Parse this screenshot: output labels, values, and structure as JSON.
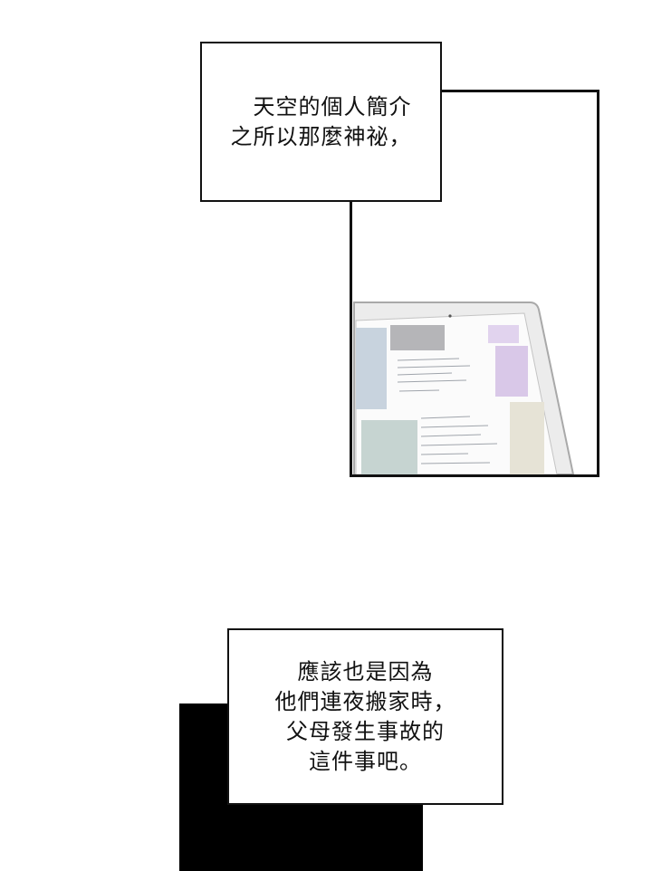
{
  "captions": {
    "top": {
      "lines": [
        "天空的個人簡介",
        "之所以那麼神祕，"
      ]
    },
    "bottom": {
      "lines": [
        "應該也是因為",
        "他們連夜搬家時，",
        "父母發生事故的",
        "這件事吧。"
      ]
    }
  },
  "illustration": {
    "subject": "laptop-screen",
    "colors": {
      "laptop_frame": "#bdbdbd",
      "screen_bg": "#fbfbfb",
      "blue_card": "#c8d3de",
      "gray_card": "#b5b5b8",
      "purple_card": "#d9c8e8",
      "teal_card": "#c6d4d1",
      "cream_card": "#e6e3d6"
    }
  }
}
